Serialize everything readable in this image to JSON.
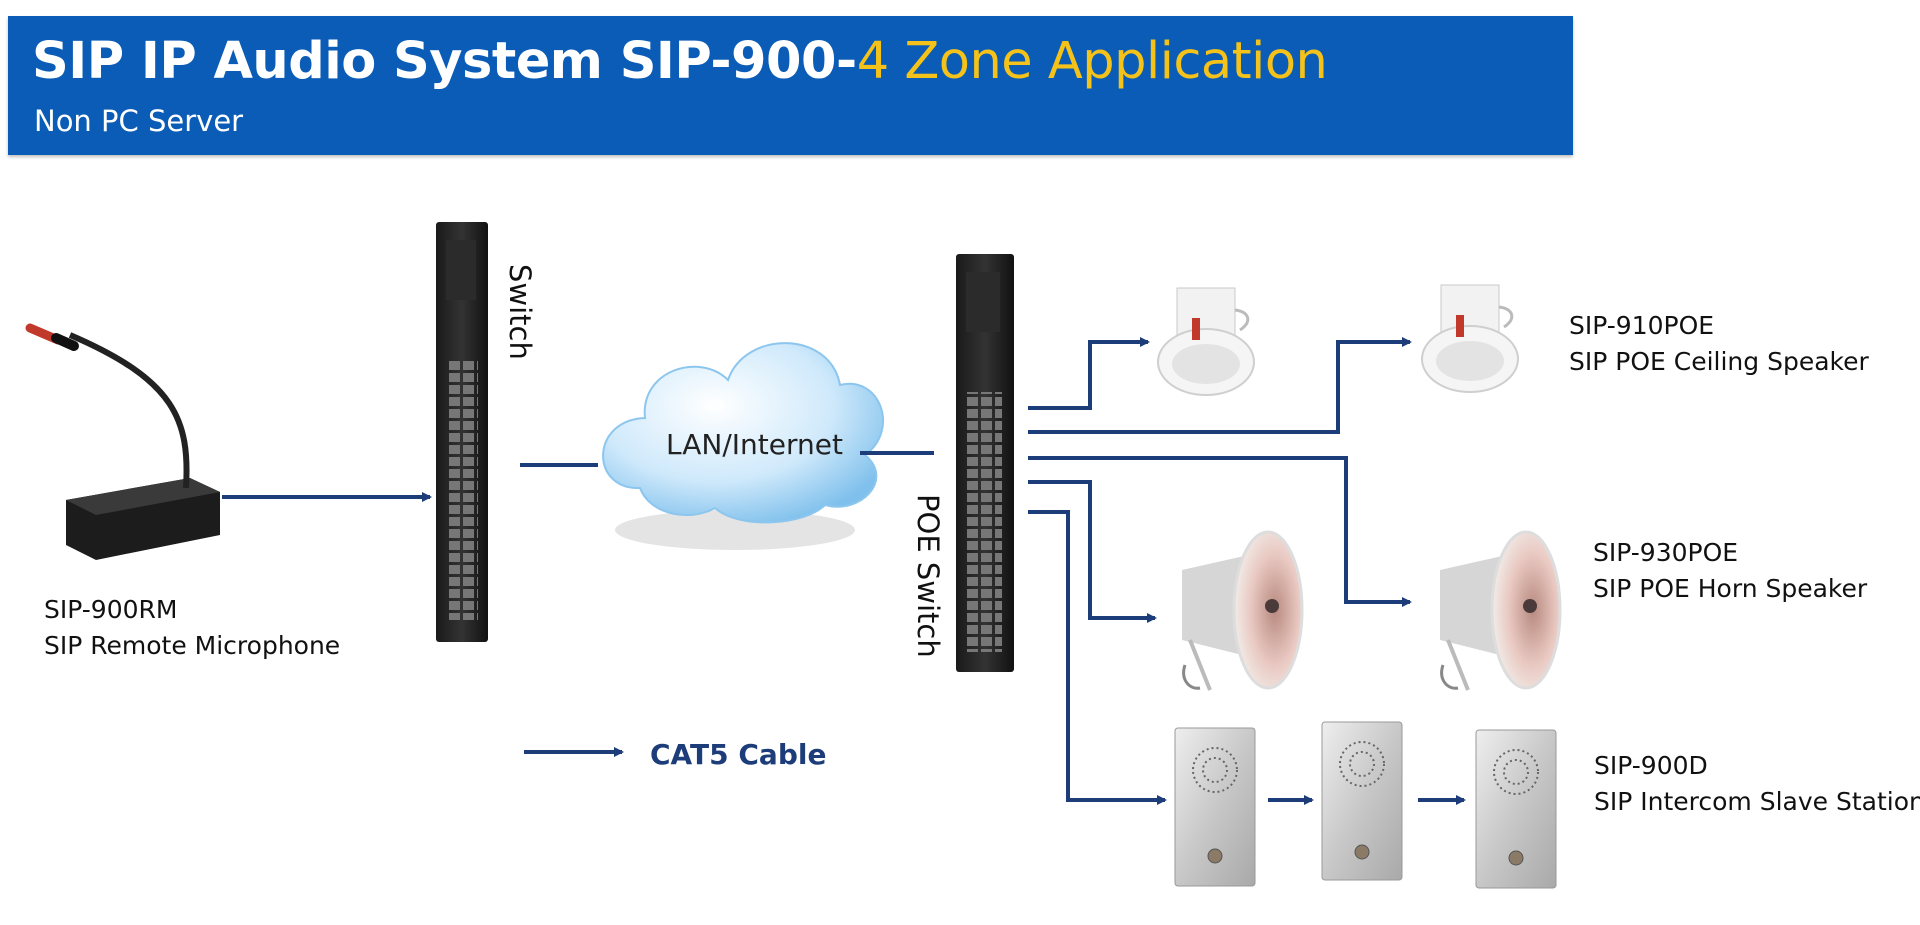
{
  "header": {
    "title_white": "SIP IP Audio System SIP-900-",
    "title_yellow": "4 Zone Application",
    "subtitle": "Non PC Server"
  },
  "devices": {
    "mic": {
      "model": "SIP-900RM",
      "desc": "SIP Remote Microphone"
    },
    "switch": {
      "label": "Switch"
    },
    "cloud": {
      "label": "LAN/Internet"
    },
    "poe_switch": {
      "label": "POE Switch"
    },
    "ceiling": {
      "model": "SIP-910POE",
      "desc": "SIP POE Ceiling Speaker"
    },
    "horn": {
      "model": "SIP-930POE",
      "desc": "SIP POE Horn Speaker"
    },
    "intercom": {
      "model": "SIP-900D",
      "desc": "SIP Intercom Slave Station"
    }
  },
  "legend": {
    "label": "CAT5 Cable"
  },
  "colors": {
    "banner": "#0b5cb6",
    "accent": "#f5c21a",
    "cable": "#1d3d7a"
  }
}
